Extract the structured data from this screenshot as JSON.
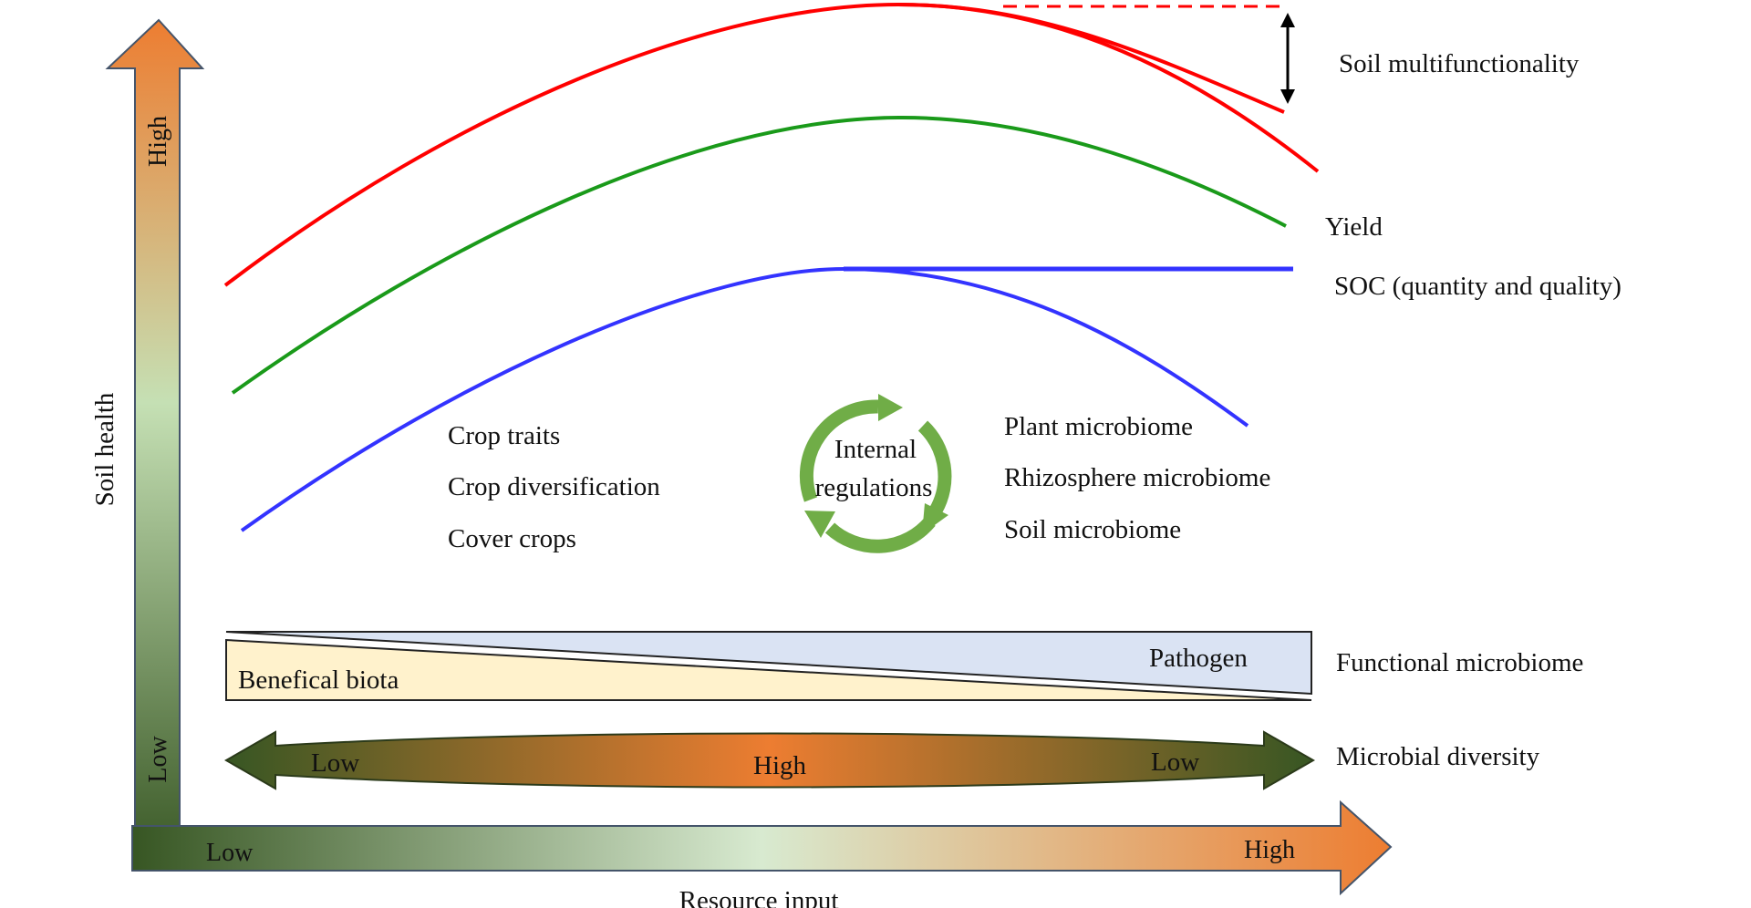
{
  "axes": {
    "y_title": "Soil health",
    "y_high": "High",
    "y_low": "Low",
    "x_title": "Resource input",
    "x_low": "Low",
    "x_high": "High"
  },
  "curves": {
    "soil_multifunctionality": "Soil multifunctionality",
    "yield": "Yield",
    "soc": "SOC (quantity and quality)"
  },
  "management": {
    "item1": "Crop traits",
    "item2": "Crop diversification",
    "item3": "Cover crops"
  },
  "cycle": {
    "line1": "Internal",
    "line2": "regulations"
  },
  "microbiome": {
    "item1": "Plant microbiome",
    "item2": "Rhizosphere microbiome",
    "item3": "Soil microbiome"
  },
  "functional": {
    "pathogen": "Pathogen",
    "beneficial": "Benefical biota",
    "label": "Functional microbiome"
  },
  "diversity": {
    "left": "Low",
    "center": "High",
    "right": "Low",
    "label": "Microbial diversity"
  },
  "colors": {
    "multifunctionality": "#ff0000",
    "yield": "#1a9a1a",
    "soc": "#3333ff",
    "cycle": "#70ad47",
    "high": "#ed7d31",
    "low": "#375623",
    "pathogen_fill": "#dae3f3",
    "beneficial_fill": "#fff2cc"
  }
}
